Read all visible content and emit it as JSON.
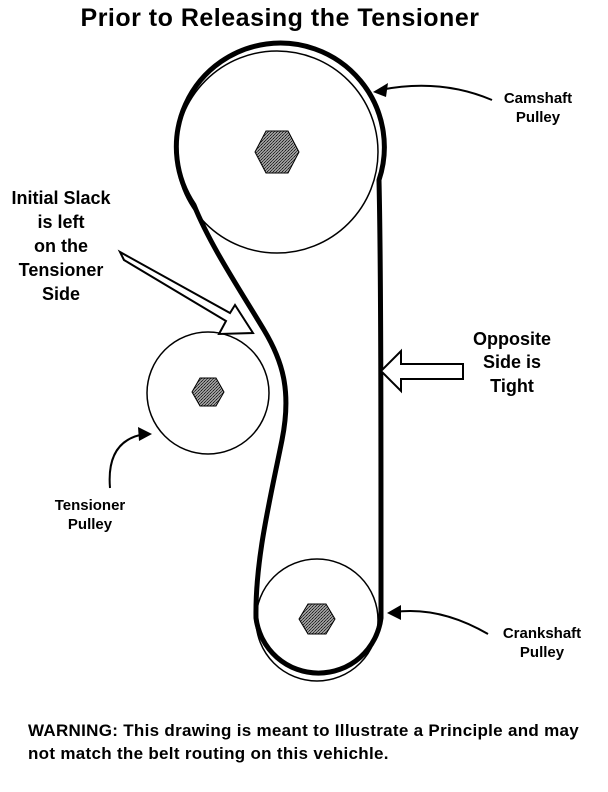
{
  "title": "Prior to Releasing the Tensioner",
  "labels": {
    "initial_slack": [
      "Initial Slack",
      "is left",
      "on the",
      "Tensioner",
      "Side"
    ],
    "opposite_side": [
      "Opposite",
      "Side is",
      "Tight"
    ],
    "camshaft_pulley": [
      "Camshaft",
      "Pulley"
    ],
    "tensioner_pulley": [
      "Tensioner",
      "Pulley"
    ],
    "crankshaft_pulley": [
      "Crankshaft",
      "Pulley"
    ]
  },
  "warning": "WARNING:  This drawing is meant to Illustrate a Principle and may not match the belt routing on this vehichle.",
  "colors": {
    "line": "#000000",
    "hub_fill": "#6f6f6f",
    "background": "#ffffff"
  }
}
